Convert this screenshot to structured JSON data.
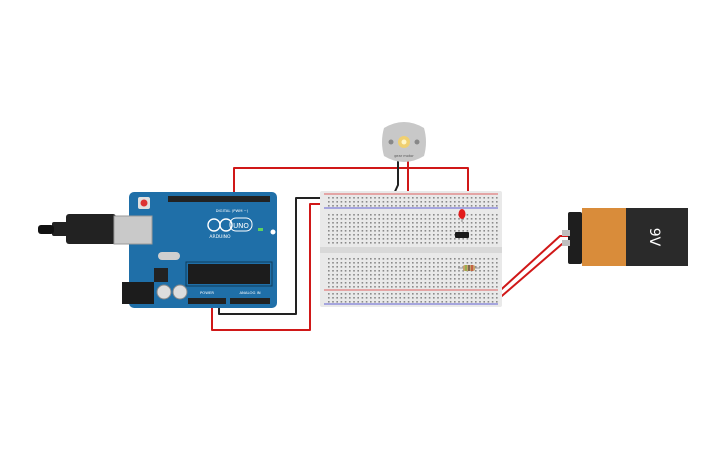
{
  "arduino": {
    "logo_text": "ARDUINO",
    "model_text": "UNO",
    "digital_label": "DIGITAL (PWM ~)",
    "power_label": "POWER",
    "analog_label": "ANALOG IN",
    "board_color": "#1f6fa8",
    "header_color": "#222222"
  },
  "motor": {
    "label": "gear motor",
    "body_color": "#c8c8c8",
    "hub_color": "#f0d070"
  },
  "battery": {
    "label": "9V",
    "orange_color": "#d98c3a",
    "black_color": "#2a2a2a"
  },
  "breadboard": {
    "color": "#e9e9e9",
    "rail_red": "#d33",
    "rail_blue": "#33c"
  },
  "wires": {
    "red": "#d01818",
    "black": "#222222"
  },
  "components": {
    "led_color": "#e21b1b",
    "transistor_color": "#1a1a1a",
    "resistor_color": "#c9a06a"
  }
}
